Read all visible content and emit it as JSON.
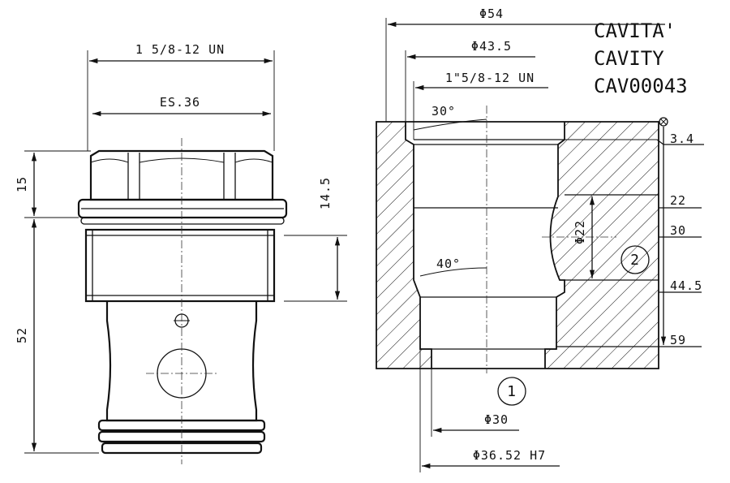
{
  "title": {
    "line1": "CAVITA'",
    "line2": "CAVITY",
    "line3": "CAV00043"
  },
  "cartridge": {
    "thread_label": "1 5/8-12 UN",
    "hex_label": "ES.36",
    "dim_15": "15",
    "dim_14_5": "14.5",
    "dim_52": "52"
  },
  "cavity": {
    "d54": "Φ54",
    "d43_5": "Φ43.5",
    "thread_label": "1\"5/8-12 UN",
    "angle_30": "30°",
    "angle_40": "40°",
    "d22": "Φ22",
    "depth_3_4": "3.4",
    "depth_22": "22",
    "depth_30": "30",
    "depth_44_5": "44.5",
    "depth_59": "59",
    "d30": "Φ30",
    "d36_52": "Φ36.52 H7",
    "port_1": "1",
    "port_2": "2"
  }
}
